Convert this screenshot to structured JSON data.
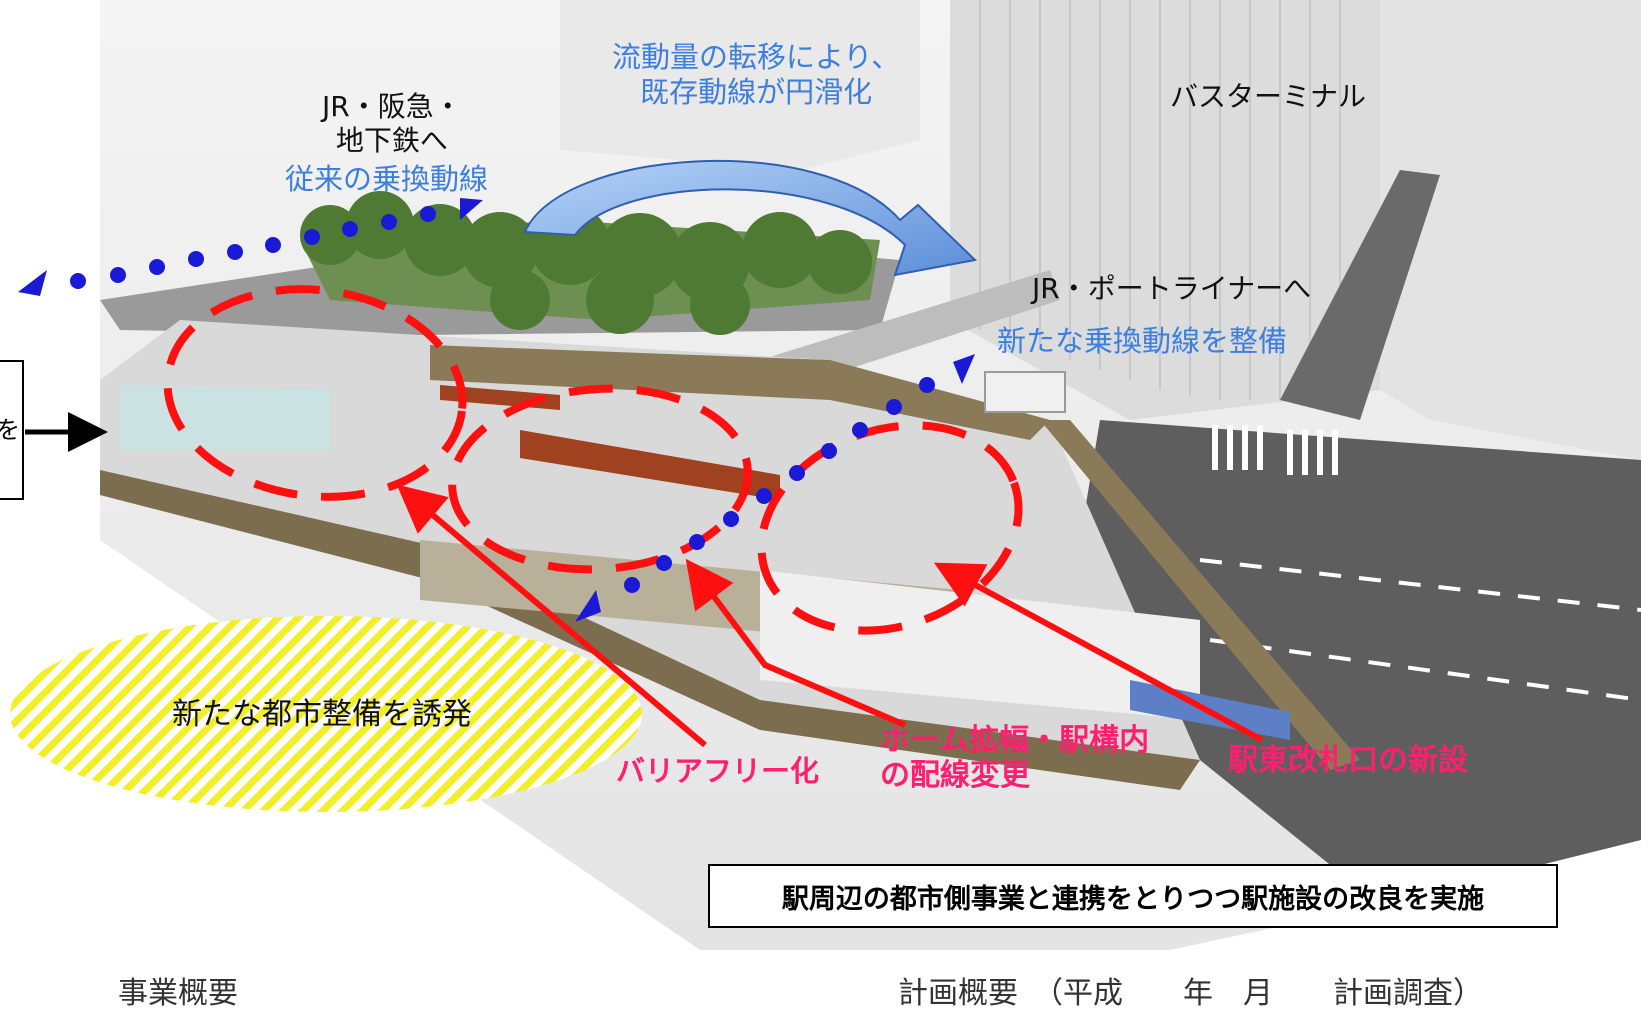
{
  "labels": {
    "flow_shift": "流動量の転移により、\n既存動線が円滑化",
    "jr_hankyu": "JR・阪急・\n地下鉄へ",
    "conventional_route": "従来の乗換動線",
    "bus_terminal": "バスターミナル",
    "jr_portliner": "JR・ポートライナーへ",
    "new_route": "新たな乗換動線を整備",
    "new_urban": "新たな都市整備を誘発",
    "barrier_free": "バリアフリー化",
    "platform_widening": "ホーム拡幅・駅構内\nの配線変更",
    "new_gate": "駅東改札口の新設",
    "summary": "駅周辺の都市側事業と連携をとりつつ駅施設の改良を実施",
    "left_box_char": "を",
    "bottom_left": "事業概要",
    "bottom_right": "計画概要　（平成　　年　月　　計画調査）"
  },
  "colors": {
    "route_dot": "#1a1ad6",
    "circle_dash": "#ff1010",
    "leader_arrow": "#ff1010",
    "annotation_pink": "#ff1f6e",
    "blue_text": "#3d7fe0",
    "hatch_yellow": "#f2ef2a",
    "flow_arrow": "#8fb8ec"
  }
}
